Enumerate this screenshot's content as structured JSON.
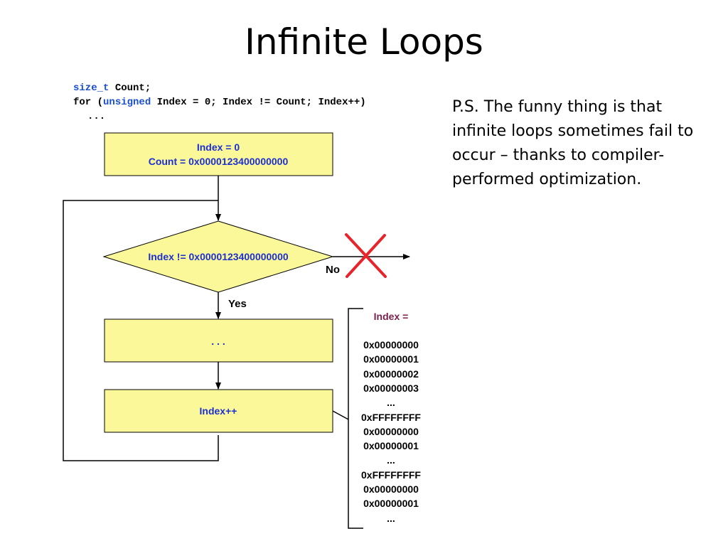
{
  "title": "Infinite Loops",
  "code": {
    "line1_type": "size_t",
    "line1_rest": " Count;",
    "line2_for": "for (",
    "line2_kw": "unsigned",
    "line2_rest": " Index = 0; Index != Count; Index++)",
    "line3": "..."
  },
  "flowchart": {
    "init_line1": "Index = 0",
    "init_line2": "Count = 0x0000123400000000",
    "condition": "Index != 0x0000123400000000",
    "no_label": "No",
    "yes_label": "Yes",
    "body": ". . .",
    "increment": "Index++"
  },
  "index_values": {
    "header": "Index =",
    "values": [
      "0x00000000",
      "0x00000001",
      "0x00000002",
      "0x00000003",
      "...",
      "0xFFFFFFFF",
      "0x00000000",
      "0x00000001",
      "...",
      "0xFFFFFFFF",
      "0x00000000",
      "0x00000001",
      "..."
    ]
  },
  "note": "P.S. The funny thing is that infinite loops sometimes fail to occur – thanks to compiler-performed optimization.",
  "colors": {
    "box_fill": "#fbf89a",
    "box_text": "#1c2fcf",
    "cross": "#e8232a",
    "keyword": "#1a4fd0",
    "index_header": "#7b1f4a"
  }
}
